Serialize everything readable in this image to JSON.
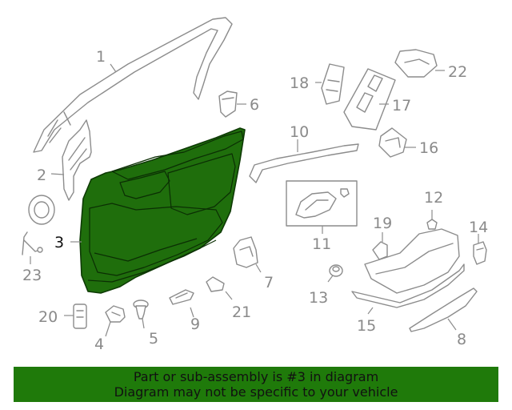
{
  "callouts": {
    "c1": "1",
    "c2": "2",
    "c3": "3",
    "c4": "4",
    "c5": "5",
    "c6": "6",
    "c7": "7",
    "c8": "8",
    "c9": "9",
    "c10": "10",
    "c11": "11",
    "c12": "12",
    "c13": "13",
    "c14": "14",
    "c15": "15",
    "c16": "16",
    "c17": "17",
    "c18": "18",
    "c19": "19",
    "c20": "20",
    "c21": "21",
    "c22": "22",
    "c23": "23"
  },
  "banner": {
    "line1": "Part or sub-assembly is #3 in diagram",
    "line2": "Diagram may not be specific to your vehicle"
  },
  "colors": {
    "highlight": "#1f6e0c",
    "banner": "#1f7a0a",
    "linework": "#8c8c8c"
  }
}
